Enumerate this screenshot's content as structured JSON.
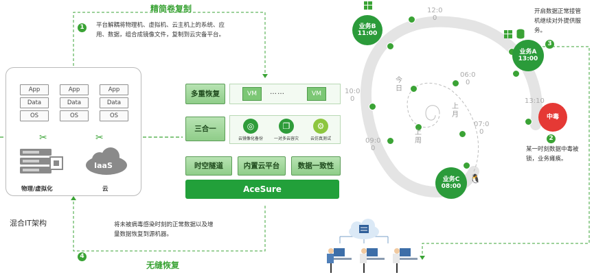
{
  "left": {
    "step1_title": "精简卷复制",
    "step1_num": "1",
    "step1_desc_line1": "平台解耦将物理机、虚拟机、云主机上的系统、应",
    "step1_desc_line2": "用、数据，组合成镜像文件，复制到云灾备平台。",
    "hybrid_label": "混合IT架构",
    "app_stack": [
      "App",
      "Data",
      "OS"
    ],
    "physical_label": "物理/虚拟化",
    "cloud_badge": "IaaS",
    "cloud_label": "云",
    "step4_num": "4",
    "step4_desc_line1": "将未被病毒感染时刻的正常数据以及增",
    "step4_desc_line2": "量数据恢复到源机器。",
    "step4_title": "无缝恢复"
  },
  "platform": {
    "multi_restore": "多重恢复",
    "vm": "VM",
    "vm_dots": "……",
    "three_in_one": "三合一",
    "features": [
      {
        "icon": "medal-icon",
        "label": "云镜像化备份"
      },
      {
        "icon": "copy-icon",
        "label": "一对多云容灾"
      },
      {
        "icon": "gear-icon",
        "label": "云仿真测试"
      }
    ],
    "bottom_boxes": [
      "时空隧道",
      "内置云平台",
      "数据一致性"
    ],
    "product": "AceSure"
  },
  "timeline": {
    "labels": [
      {
        "text": "12:0\n0"
      },
      {
        "text": "10:0\n0"
      },
      {
        "text": "09:0\n0"
      },
      {
        "text": "06:0\n0"
      },
      {
        "text": "07:0\n0"
      },
      {
        "text": "13:10"
      }
    ],
    "today": "今\n日",
    "last_month": "上\n月",
    "last_week": "上\n周",
    "biz_b": {
      "name": "业务B",
      "time": "11:00"
    },
    "biz_a": {
      "name": "业务A",
      "time": "13:00"
    },
    "biz_c": {
      "name": "业务C",
      "time": "08:00"
    },
    "poison": "中毒",
    "step3_num": "3",
    "step3_desc": "开启数据正常接管\n机继续对外提供服\n务。",
    "step2_num": "2",
    "step2_desc": "某一时刻数据中毒被\n锁，业务瘫痪。"
  },
  "colors": {
    "accent": "#3aa335",
    "danger": "#e53935",
    "track": "#e6e6e6"
  }
}
